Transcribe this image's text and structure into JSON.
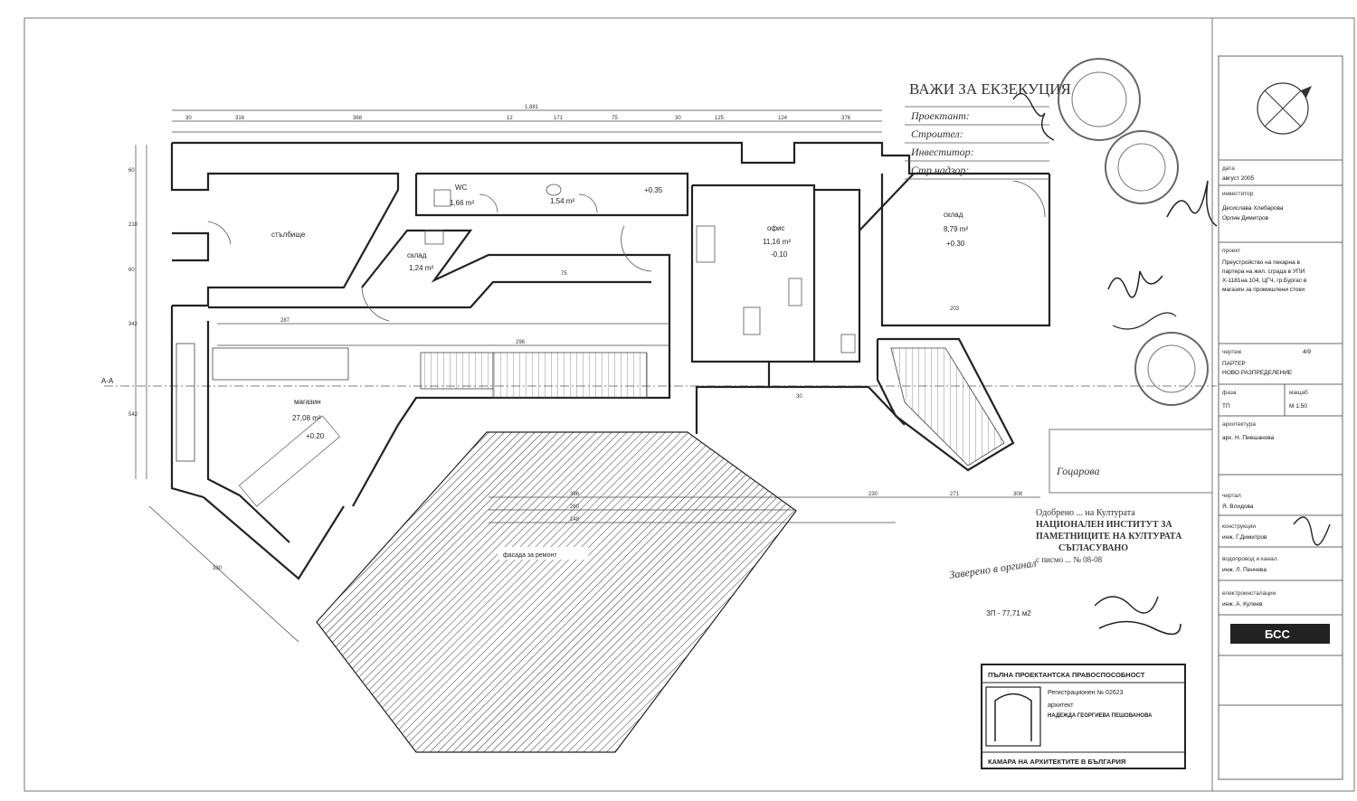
{
  "stamp_header": {
    "title": "ВАЖИ ЗА ЕКЗЕКУЦИЯ",
    "rows": [
      "Проектант:",
      "Строител:",
      "Инвеститор:",
      "Стр.надзор:"
    ]
  },
  "rooms": {
    "stairwell": "стълбище",
    "shop_label": "магазин",
    "shop_area": "27,08 m²",
    "shop_level": "+0.20",
    "wc_label": "WC",
    "wc_area": "1,66 m²",
    "bath_area": "1,54 m²",
    "level_035": "+0.35",
    "storage_small_label": "склад",
    "storage_small_area": "1,24 m²",
    "office_label": "офис",
    "office_area": "11,16 m²",
    "office_level": "-0.10",
    "storage_label": "склад",
    "storage_area": "8,79 m²",
    "storage_level": "+0.30",
    "facade": "фасада за ремонт",
    "zp": "ЗП - 77,71 м2"
  },
  "dims": {
    "total": "1.881",
    "top": [
      "30",
      "316",
      "368",
      "12",
      "171",
      "75",
      "30",
      "125",
      "124",
      "376"
    ],
    "mid": [
      "287",
      "296",
      "75",
      "30",
      "203"
    ],
    "bottom1": [
      "396",
      "230",
      "271",
      "308"
    ],
    "bottom2": [
      "260",
      "148"
    ],
    "left": [
      "60",
      "210",
      "60",
      "342",
      "542"
    ],
    "diag": "330"
  },
  "axis_label": "А-А",
  "title_block": {
    "date_label": "дата",
    "date_value": "август 2005",
    "investor_label": "инвеститор",
    "investor_value": "Десислава Хлебарова\nОрлин Димитров",
    "project_label": "проект",
    "project_value": "Преустройство на пекарна в партера на жил. сграда в УПИ Х-1181на.104, ЦГЧ, гр.Бургас в магазин за промишлени стоки",
    "drawing_label": "чертеж",
    "drawing_no": "4/9",
    "drawing_title": "ПАРТЕР\nНОВО РАЗПРЕДЕЛЕНИЕ",
    "phase_label": "фаза",
    "phase_value": "ТП",
    "scale_label": "мащаб",
    "scale_value": "М 1:50",
    "architecture_label": "архитектура",
    "architecture_value": "арх. Н. Пиешанова",
    "drawn_label": "чертал",
    "drawn_value": "Я. Влидова",
    "structure_label": "конструкции",
    "structure_value": "инж. Г.Димитров",
    "water_label": "водопровод и канал.",
    "water_value": "инж. Л. Пенчева",
    "electric_label": "електроинсталации",
    "electric_value": "инж. А. Кулеев",
    "firm": "БСС"
  },
  "chamber_stamp": {
    "top": "ПЪЛНА ПРОЕКТАНТСКА ПРАВОСПОСОБНОСТ",
    "reg": "Регистрационен № 02623",
    "role": "архитект",
    "name": "НАДЕЖДА ГЕОРГИЕВА ПЕШОВАНОВА",
    "bottom": "КАМАРА НА АРХИТЕКТИТЕ В БЪЛГАРИЯ"
  },
  "agreement": {
    "line1": "Одобрено ... на Културата",
    "line2": "НАЦИОНАЛЕН ИНСТИТУТ ЗА",
    "line3": "ПАМЕТНИЦИТЕ НА КУЛТУРАТА",
    "line4": "СЪГЛАСУВАНО",
    "line5": "с писмо ... № 08-08",
    "hand_note": "Заверено в оргинал"
  },
  "signature_name": "Гоцарова"
}
